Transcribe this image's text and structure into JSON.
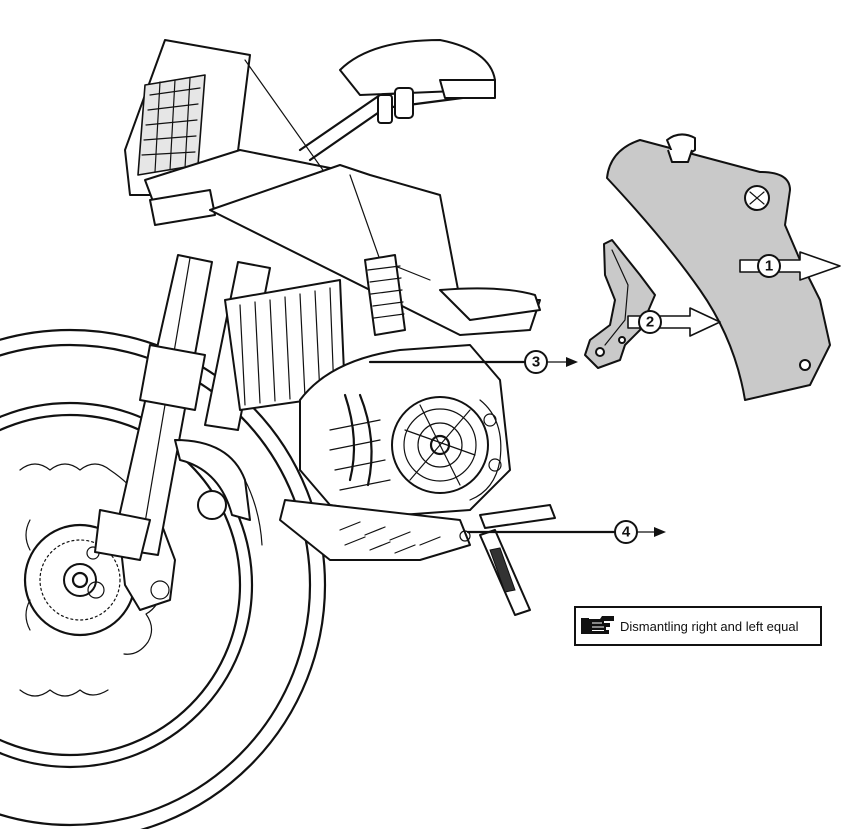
{
  "callouts": [
    {
      "id": "1",
      "label": "1"
    },
    {
      "id": "2",
      "label": "2"
    },
    {
      "id": "3",
      "label": "3"
    },
    {
      "id": "4",
      "label": "4"
    }
  ],
  "note": {
    "text": "Dismantling right and left equal",
    "icon": "pointing-hand-icon"
  },
  "colors": {
    "line": "#111111",
    "part_fill": "#c9c9c9",
    "background": "#ffffff"
  }
}
